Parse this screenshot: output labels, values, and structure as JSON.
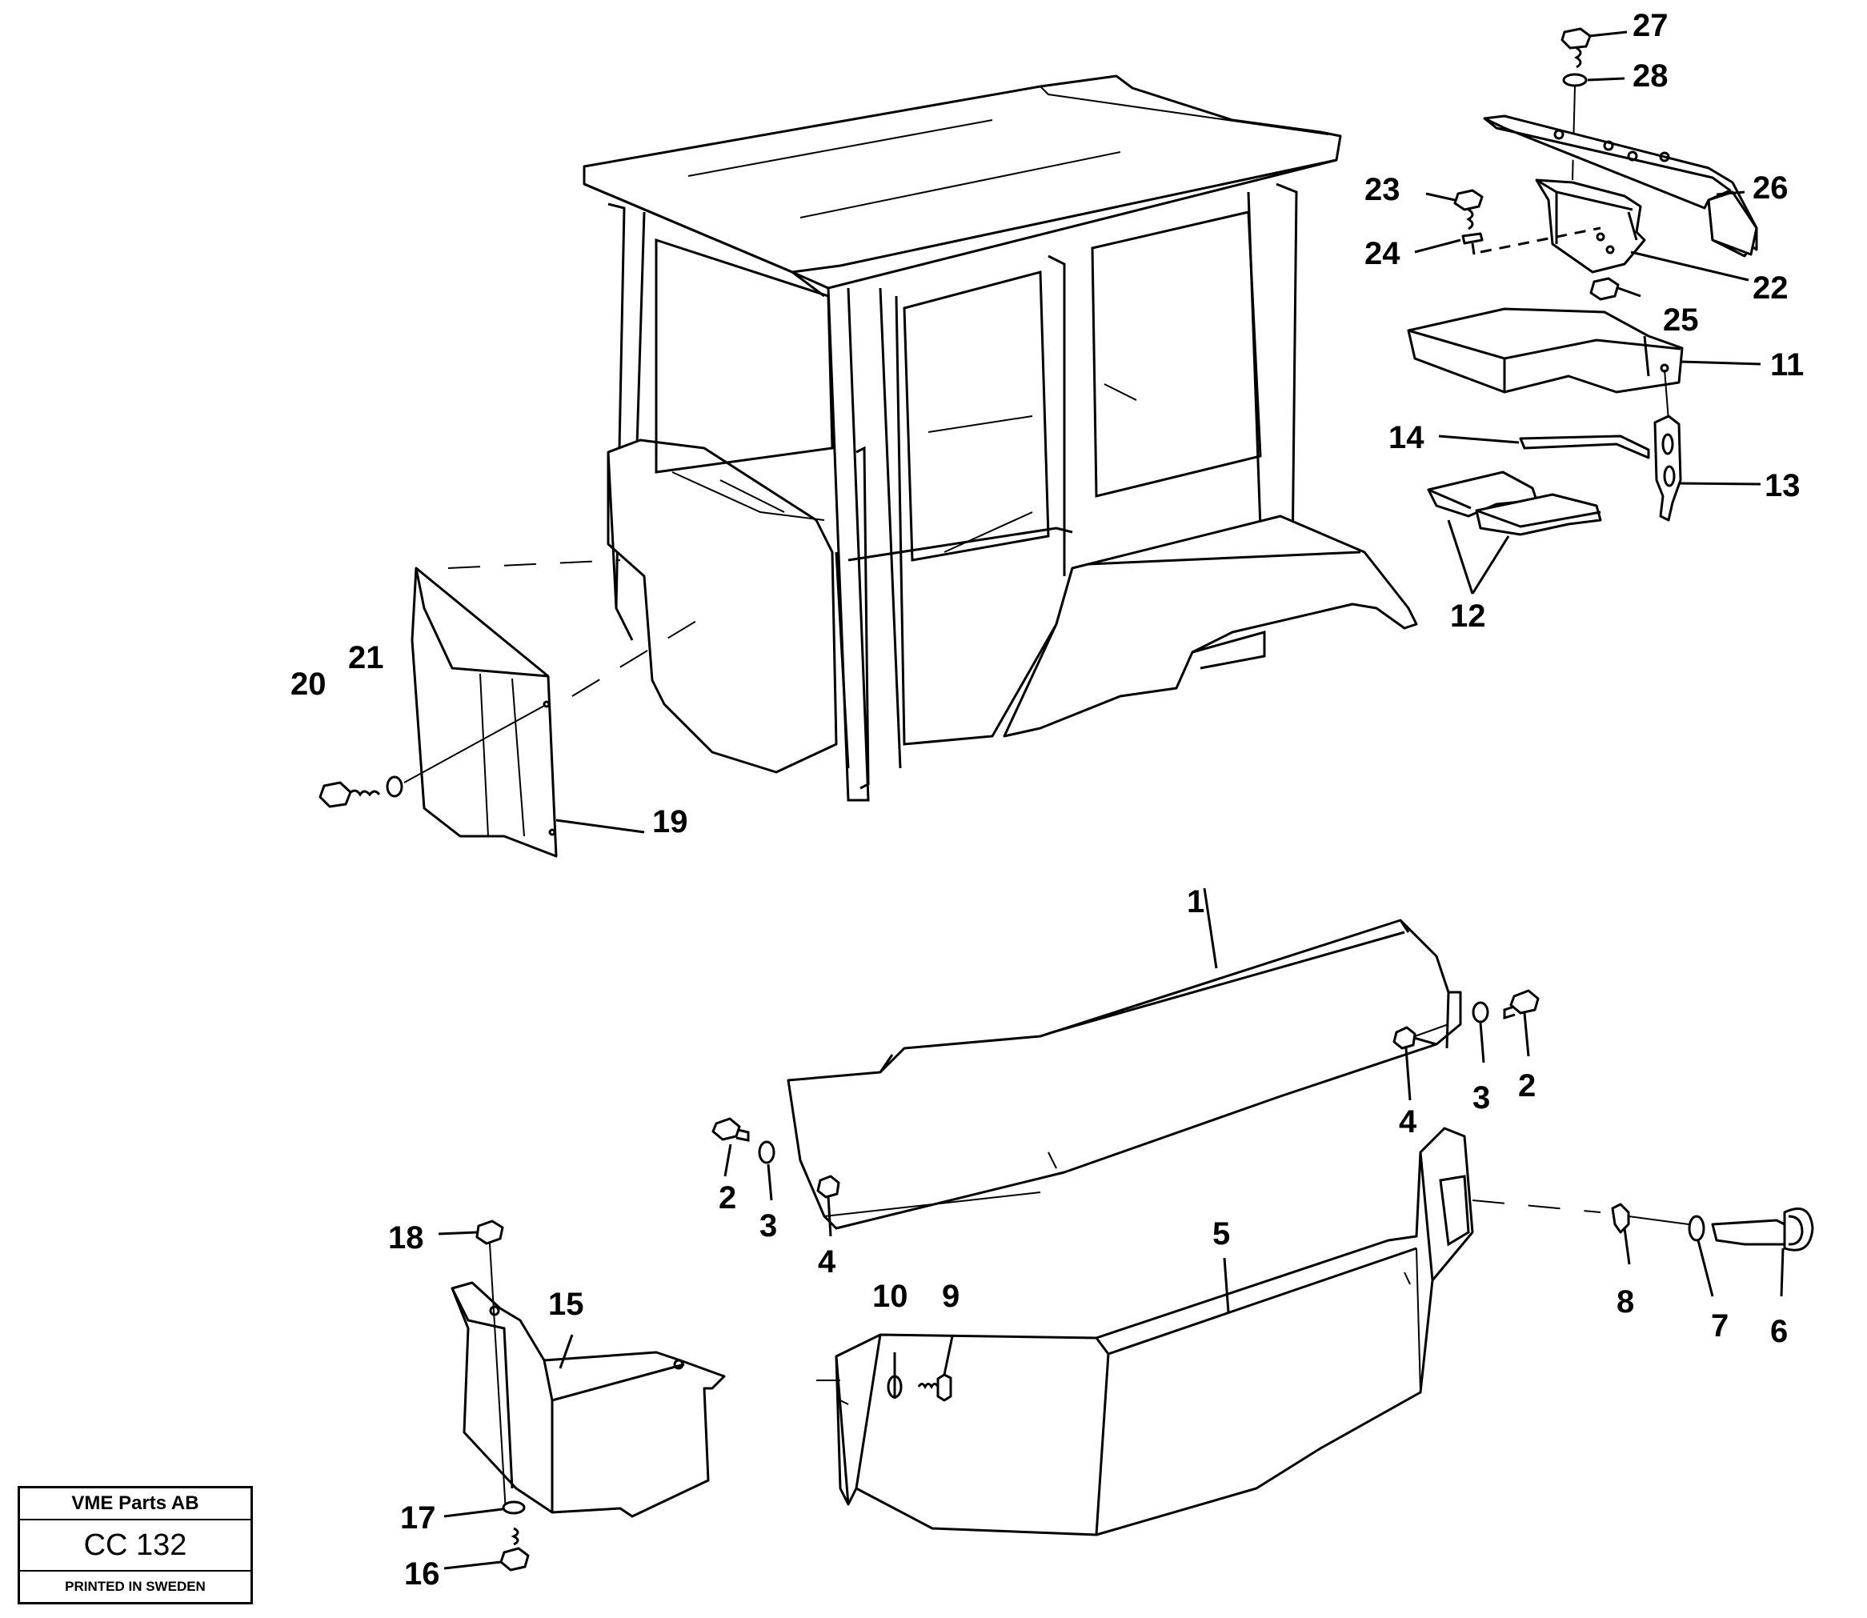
{
  "stamp": {
    "company": "VME Parts AB",
    "code": "CC 132",
    "printed": "PRINTED IN SWEDEN"
  },
  "callouts": {
    "c1": "1",
    "c2a": "2",
    "c2b": "2",
    "c3a": "3",
    "c3b": "3",
    "c4a": "4",
    "c4b": "4",
    "c5": "5",
    "c6": "6",
    "c7": "7",
    "c8": "8",
    "c9": "9",
    "c10": "10",
    "c11": "11",
    "c12": "12",
    "c13": "13",
    "c14": "14",
    "c15": "15",
    "c16": "16",
    "c17": "17",
    "c18": "18",
    "c19": "19",
    "c20": "20",
    "c21": "21",
    "c22": "22",
    "c23": "23",
    "c24": "24",
    "c25": "25",
    "c26": "26",
    "c27": "27",
    "c28": "28"
  }
}
